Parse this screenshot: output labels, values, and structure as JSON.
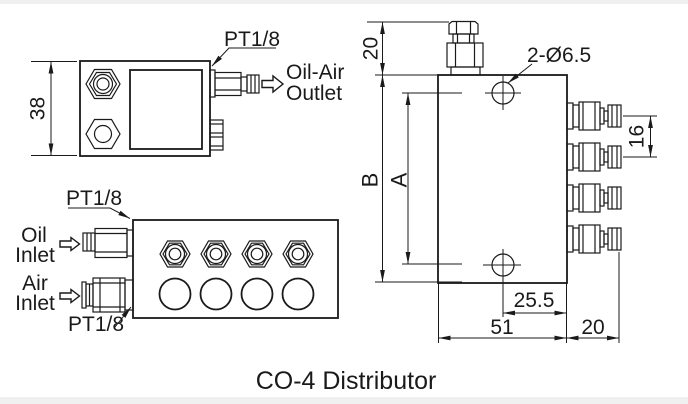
{
  "title": "CO-4 Distributor",
  "colors": {
    "line": "#1a1a1a",
    "background": "#ffffff",
    "edge_band": "#f0f0f0"
  },
  "front_view": {
    "port_label": "PT1/8",
    "outlet_label_line1": "Oil-Air",
    "outlet_label_line2": "Outlet",
    "dim_height": "38"
  },
  "top_view": {
    "oil_port_label": "PT1/8",
    "air_port_label": "PT1/8",
    "oil_label_line1": "Oil",
    "oil_label_line2": "Inlet",
    "air_label_line1": "Air",
    "air_label_line2": "Inlet"
  },
  "side_view": {
    "hole_label": "2-Ø6.5",
    "dim_top_fitting_height": "20",
    "dim_total_height": "B",
    "dim_hole_span": "A",
    "dim_outlet_pitch": "16",
    "dim_hole_offset": "25.5",
    "dim_body_width": "51",
    "dim_side_fitting_length": "20"
  }
}
